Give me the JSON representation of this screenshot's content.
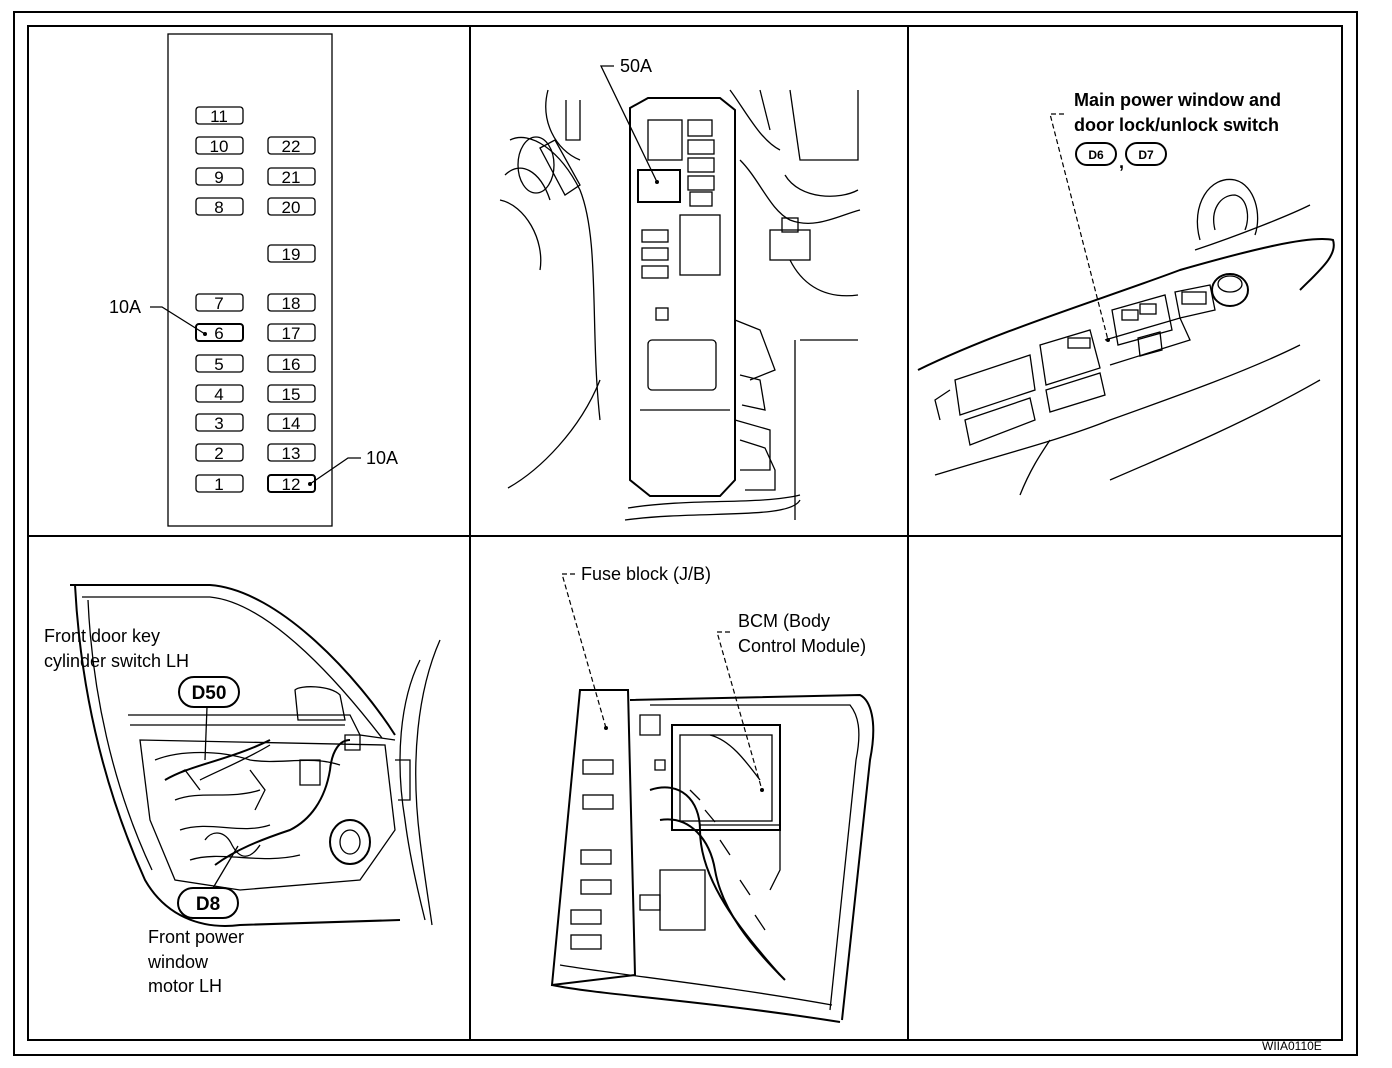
{
  "fuse_panel": {
    "fuses_left": [
      "11",
      "10",
      "9",
      "8",
      "7",
      "6",
      "5",
      "4",
      "3",
      "2",
      "1"
    ],
    "fuses_right": [
      "22",
      "21",
      "20",
      "19",
      "18",
      "17",
      "16",
      "15",
      "14",
      "13",
      "12"
    ],
    "callout_6": "10A",
    "callout_12": "10A"
  },
  "fusible_link_panel": {
    "callout": "50A"
  },
  "switch_panel": {
    "label_line1": "Main power window and",
    "label_line2": "door lock/unlock switch",
    "connector_1": "D6",
    "separator": ",",
    "connector_2": "D7"
  },
  "door_panel": {
    "key_switch_line1": "Front door key",
    "key_switch_line2": "cylinder switch LH",
    "key_switch_connector": "D50",
    "motor_connector": "D8",
    "motor_line1": "Front power",
    "motor_line2": "window",
    "motor_line3": "motor LH"
  },
  "junction_panel": {
    "fuse_block_label": "Fuse block (J/B)",
    "bcm_line1": "BCM (Body",
    "bcm_line2": "Control Module)"
  },
  "figure_code": "WIIA0110E"
}
